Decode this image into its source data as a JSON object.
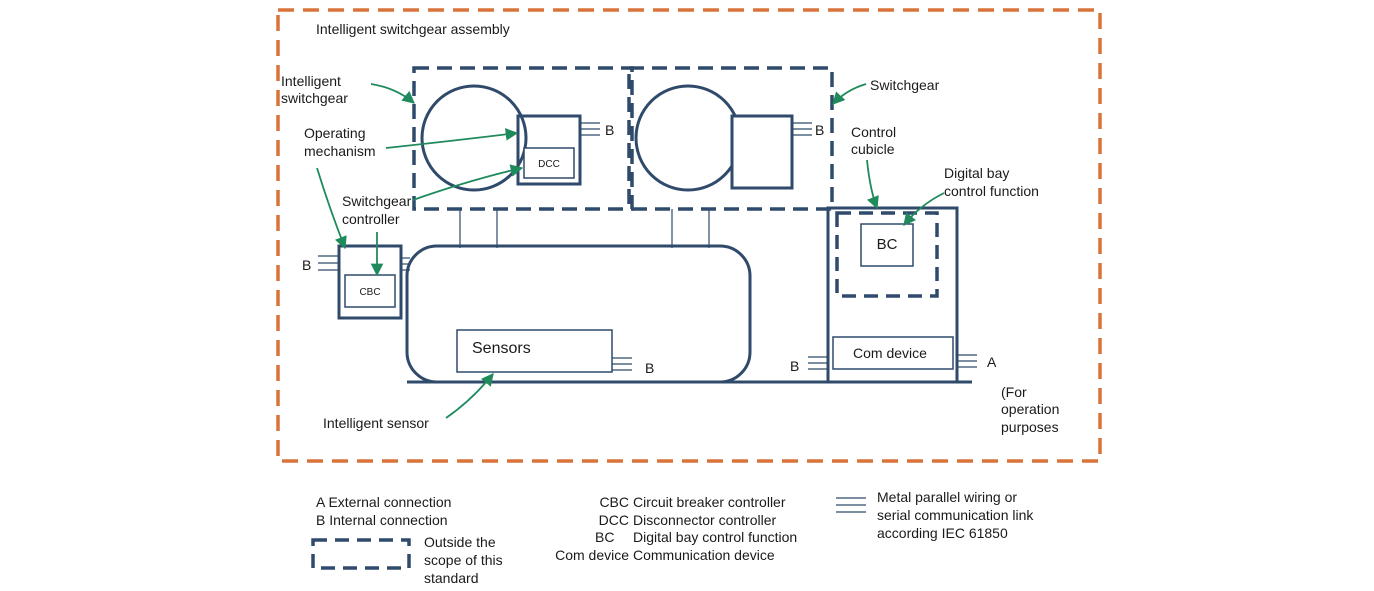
{
  "colors": {
    "assembly_border": "#d9733a",
    "equipment": "#2f4a6b",
    "arrow": "#1f8a5c",
    "text": "#1a1a1a"
  },
  "labels": {
    "assembly": "Intelligent switchgear assembly",
    "intelligent_switchgear_1": "Intelligent",
    "intelligent_switchgear_2": "switchgear",
    "operating_mechanism_1": "Operating",
    "operating_mechanism_2": "mechanism",
    "switchgear_controller_1": "Switchgear",
    "switchgear_controller_2": "controller",
    "switchgear": "Switchgear",
    "control_cubicle_1": "Control",
    "control_cubicle_2": "cubicle",
    "digital_bay_1": "Digital bay",
    "digital_bay_2": "control function",
    "intelligent_sensor": "Intelligent sensor",
    "for_operation_1": "(For",
    "for_operation_2": "operation",
    "for_operation_3": "purposes"
  },
  "blocks": {
    "dcc": "DCC",
    "cbc": "CBC",
    "bc": "BC",
    "sensors": "Sensors",
    "com_device": "Com device"
  },
  "connection_tags": {
    "b_dcc": "B",
    "b_switchgear2": "B",
    "b_cbc": "B",
    "b_sensors": "B",
    "b_com": "B",
    "a_com": "A"
  },
  "legend": {
    "a_line": "A External connection",
    "b_line": "B Internal connection",
    "scope_1": "Outside the",
    "scope_2": "scope of this",
    "scope_3": "standard",
    "abbr": [
      {
        "code": "CBC",
        "text": "Circuit breaker controller"
      },
      {
        "code": "DCC",
        "text": "Disconnector controller"
      },
      {
        "code": "BC",
        "text": "Digital bay control function"
      },
      {
        "code": "Com device",
        "text": "Communication device"
      }
    ],
    "wiring_1": "Metal parallel wiring or",
    "wiring_2": "serial communication link",
    "wiring_3": "according IEC 61850"
  }
}
